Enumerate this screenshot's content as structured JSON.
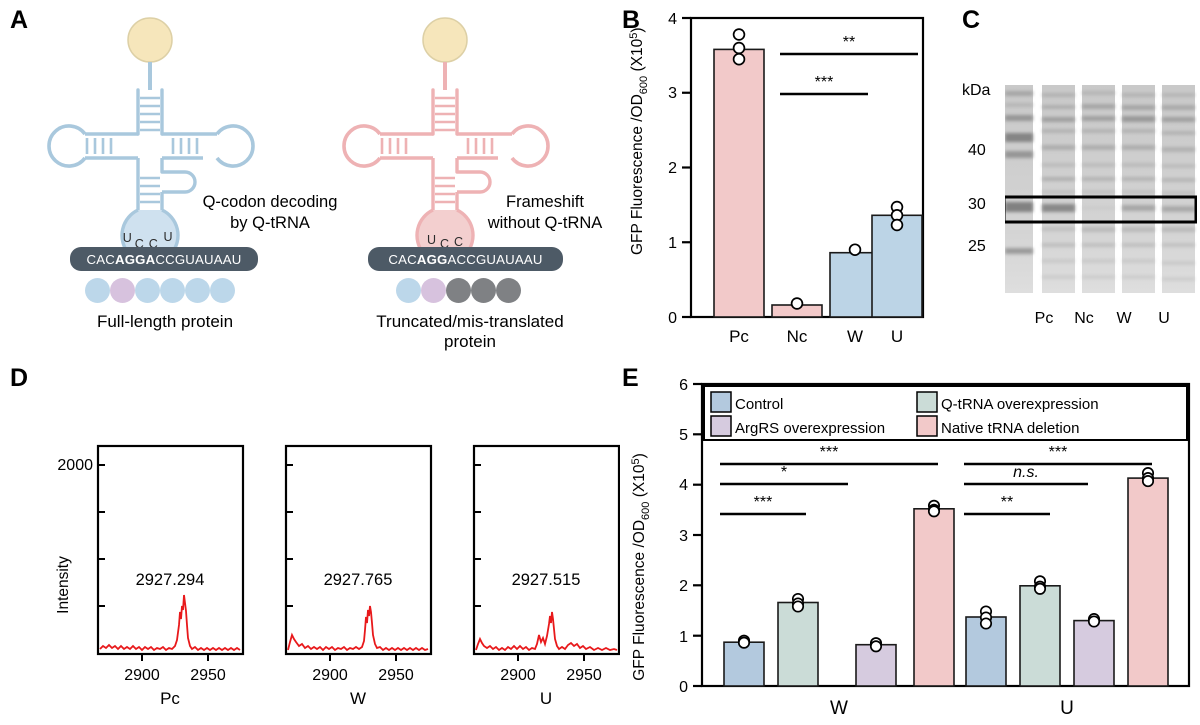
{
  "figure": {
    "panels": [
      "A",
      "B",
      "C",
      "D",
      "E"
    ]
  },
  "panelA": {
    "letter": "A",
    "left": {
      "trna_color": "#bcd4e6",
      "anticodon": "UCCU",
      "annotation_line1": "Q-codon decoding",
      "annotation_line2": "by Q-tRNA",
      "mrna_pre": "CAC",
      "mrna_bold": "AGGA",
      "mrna_post": "CCGUAUAAU",
      "caption": "Full-length protein",
      "beads": [
        "#bcd7ea",
        "#d7c2de",
        "#bcd7ea",
        "#bcd7ea",
        "#bcd7ea",
        "#bcd7ea"
      ]
    },
    "right": {
      "trna_color": "#f0c4c4",
      "anticodon": "UCC",
      "annotation_line1": "Frameshift",
      "annotation_line2": "without Q-tRNA",
      "mrna_pre": "CAC",
      "mrna_bold": "AGG",
      "mrna_post": "ACCGUAUAAU",
      "caption_line1": "Truncated/mis-translated",
      "caption_line2": "protein",
      "beads": [
        "#bcd7ea",
        "#d7c2de",
        "#7f8184",
        "#7f8184",
        "#7f8184"
      ]
    }
  },
  "panelB": {
    "letter": "B",
    "chart_data": {
      "type": "bar",
      "title": "",
      "ylabel": "GFP Fluorescence /OD",
      "ylabel_sub": "600",
      "ylabel_unit": "(X10",
      "ylabel_exp": "5",
      "ylabel_close": ")",
      "xlabel": "",
      "categories": [
        "Pc",
        "Nc",
        "W",
        "U"
      ],
      "values": [
        3.58,
        0.16,
        0.86,
        1.36
      ],
      "colors": [
        "#f2c9c9",
        "#f2c9c9",
        "#bcd4e6",
        "#bcd4e6"
      ],
      "points": [
        [
          3.78,
          3.6,
          3.45
        ],
        [
          0.18
        ],
        [
          0.9
        ],
        [
          1.47,
          1.36,
          1.23
        ]
      ],
      "ylim": [
        0,
        4
      ],
      "yticks": [
        0,
        1,
        2,
        3,
        4
      ],
      "ytick_labels": [
        "0",
        "1",
        "2",
        "3",
        "4"
      ],
      "grid": false,
      "annotations": [
        {
          "label": "**",
          "from": "Nc",
          "to": "U",
          "y": 3.52
        },
        {
          "label": "***",
          "from": "Nc",
          "to": "W",
          "y": 3.0
        }
      ]
    }
  },
  "panelC": {
    "letter": "C",
    "unit_label": "kDa",
    "markers": [
      "40",
      "30",
      "25"
    ],
    "lanes": [
      "Pc",
      "Nc",
      "W",
      "U"
    ],
    "box_highlight": true
  },
  "panelD": {
    "letter": "D",
    "ylabel": "Intensity",
    "ytick_top": "2000",
    "chart_data": [
      {
        "type": "line",
        "title": "Pc",
        "peak_label": "2927.294",
        "xlabel": "Pc",
        "ylabel": "Intensity",
        "xticks": [
          2900,
          2950
        ],
        "xtick_labels": [
          "2900",
          "2950"
        ],
        "xlim": [
          2877,
          2965
        ],
        "ylim": [
          0,
          2000
        ],
        "peak_mz": 2927.294,
        "peak_intensity": 900
      },
      {
        "type": "line",
        "title": "W",
        "peak_label": "2927.765",
        "xlabel": "W",
        "ylabel": "Intensity",
        "xticks": [
          2900,
          2950
        ],
        "xtick_labels": [
          "2900",
          "2950"
        ],
        "xlim": [
          2877,
          2965
        ],
        "ylim": [
          0,
          2000
        ],
        "peak_mz": 2927.765,
        "peak_intensity": 830
      },
      {
        "type": "line",
        "title": "U",
        "peak_label": "2927.515",
        "xlabel": "U",
        "ylabel": "Intensity",
        "xticks": [
          2900,
          2950
        ],
        "xtick_labels": [
          "2900",
          "2950"
        ],
        "xlim": [
          2877,
          2965
        ],
        "ylim": [
          0,
          2000
        ],
        "peak_mz": 2927.515,
        "peak_intensity": 760
      }
    ]
  },
  "panelE": {
    "letter": "E",
    "legend": [
      {
        "label": "Control",
        "color": "#b3c9de"
      },
      {
        "label": "Q-tRNA overexpression",
        "color": "#cbdcd7"
      },
      {
        "label": "ArgRS overexpression",
        "color": "#d6cbdf"
      },
      {
        "label": "Native tRNA deletion",
        "color": "#f2c9c9"
      }
    ],
    "chart_data": {
      "type": "bar",
      "title": "",
      "ylabel": "GFP Fluorescence /OD",
      "ylabel_sub": "600",
      "ylabel_unit": "(X10",
      "ylabel_exp": "5",
      "ylabel_close": ")",
      "categories": [
        "W",
        "U"
      ],
      "series": [
        {
          "name": "Control",
          "color": "#b3c9de",
          "values": [
            0.87,
            1.37
          ]
        },
        {
          "name": "Q-tRNA overexpression",
          "color": "#cbdcd7",
          "values": [
            1.66,
            1.99
          ]
        },
        {
          "name": "ArgRS overexpression",
          "color": "#d6cbdf",
          "values": [
            0.82,
            1.3
          ]
        },
        {
          "name": "Native tRNA deletion",
          "color": "#f2c9c9",
          "values": [
            3.52,
            4.13
          ]
        }
      ],
      "points": {
        "W": [
          [
            0.9,
            0.86
          ],
          [
            1.73,
            1.64,
            1.58
          ],
          [
            0.85,
            0.79
          ],
          [
            3.58,
            3.5,
            3.47
          ]
        ],
        "U": [
          [
            1.48,
            1.36,
            1.25
          ],
          [
            2.08,
            1.97,
            1.93
          ],
          [
            1.33,
            1.28
          ],
          [
            4.23,
            4.13,
            4.07
          ]
        ]
      },
      "ylim": [
        0,
        6
      ],
      "yticks": [
        0,
        1,
        2,
        3,
        4,
        5,
        6
      ],
      "ytick_labels": [
        "0",
        "1",
        "2",
        "3",
        "4",
        "5",
        "6"
      ],
      "grid": false,
      "annotations_W": [
        {
          "label": "***",
          "y": 4.4
        },
        {
          "label": "*",
          "y": 4.02
        },
        {
          "label": "***",
          "y": 3.43
        }
      ],
      "annotations_U": [
        {
          "label": "***",
          "y": 4.4
        },
        {
          "label": "n.s.",
          "y": 4.02
        },
        {
          "label": "**",
          "y": 3.43
        }
      ]
    }
  }
}
